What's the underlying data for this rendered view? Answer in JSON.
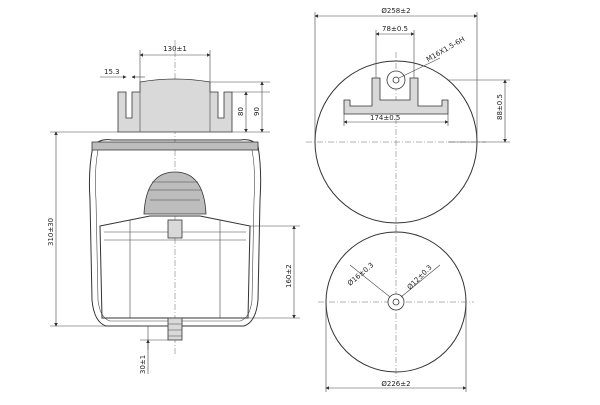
{
  "dimensions": {
    "top_width": "130±1",
    "offset": "15.3",
    "plate_height": "80",
    "plate_total_height": "90",
    "overall_height": "310±30",
    "piston_height": "160±2",
    "stud_length": "30±1",
    "top_diameter": "Ø258±2",
    "bolt_spacing": "78±0.5",
    "bolt_thread": "M16X1.5-6H",
    "plate_length": "174±0.5",
    "plate_depth": "88±0.5",
    "hole_diameter": "Ø16±0.3",
    "hole_offset": "Ø12±0.3",
    "bottom_diameter": "Ø226±2"
  }
}
